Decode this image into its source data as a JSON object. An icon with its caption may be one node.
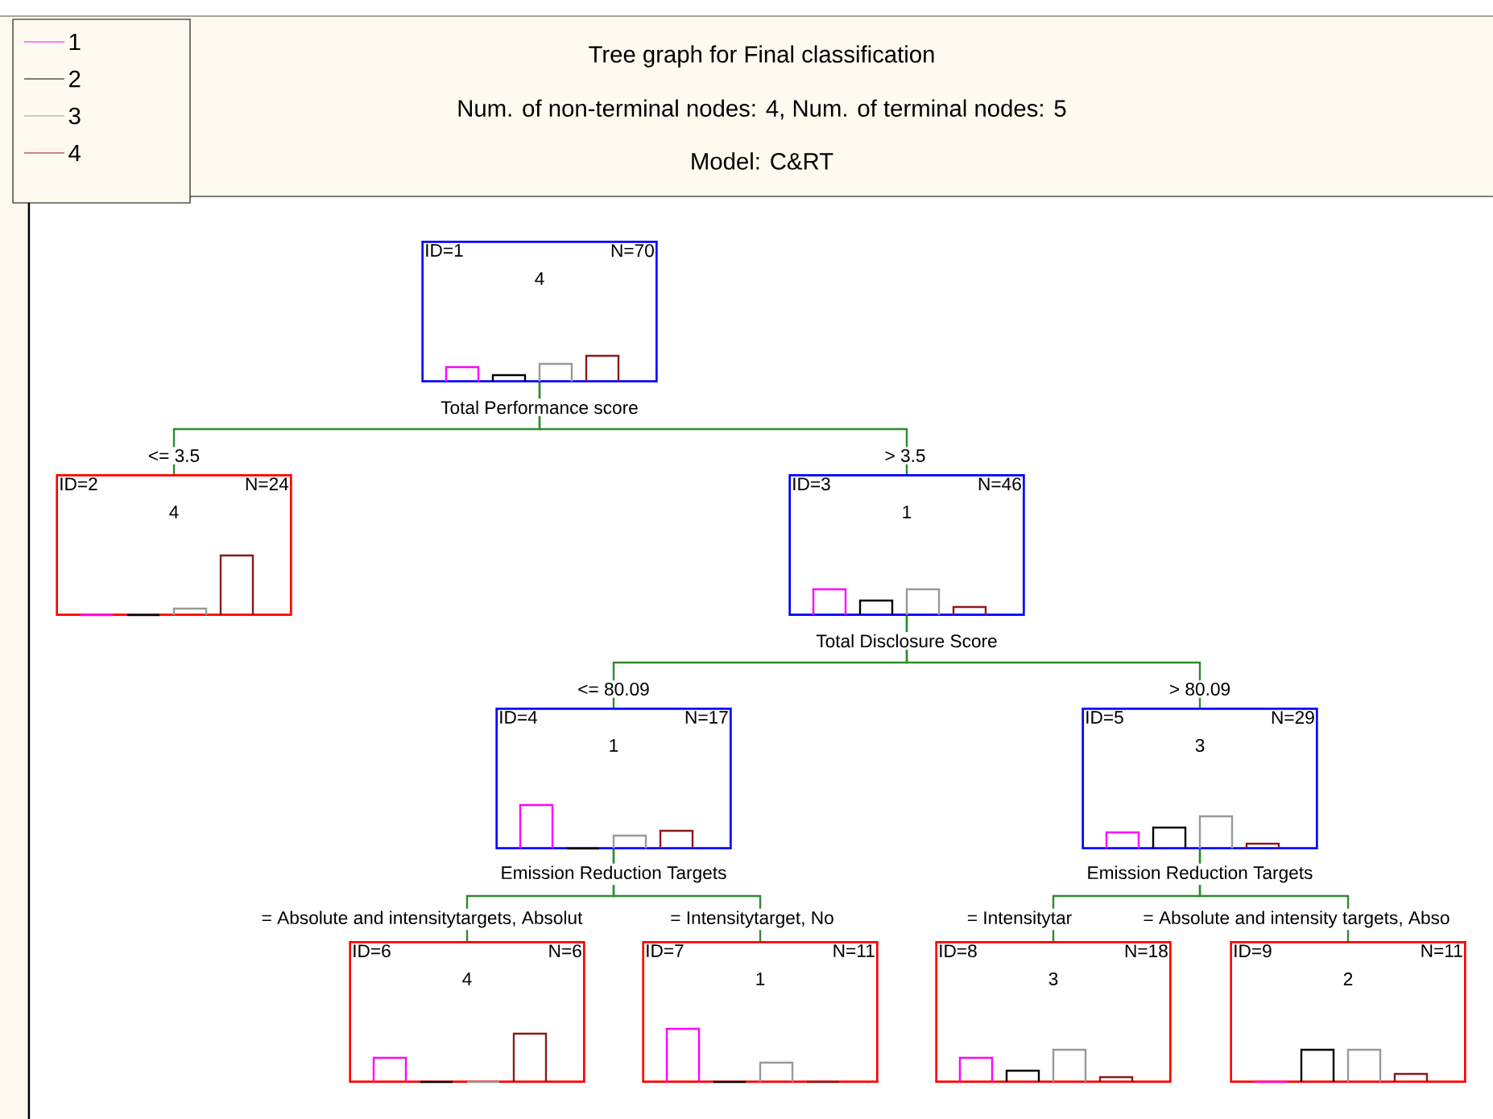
{
  "diagram": {
    "title": "Tree graph for Final classification",
    "nodes": [
      {
        "text": [
          "ID=1",
          "N=70",
          "4"
        ],
        "beside": [
          "Total Performance score"
        ]
      },
      {
        "text": [
          "ID=2",
          "N=24",
          "4"
        ]
      },
      {
        "text": [
          "ID=3",
          "N=46",
          "1"
        ],
        "beside": [
          "Total Disclosure Score"
        ]
      },
      {
        "text": [
          "ID=4",
          "N=17",
          "1"
        ],
        "beside": [
          "Emission Reduction Targets"
        ]
      },
      {
        "text": [
          "ID=5",
          "N=29",
          "3"
        ],
        "beside": [
          "Emission Reduction Targets"
        ]
      },
      {
        "text": [
          "ID=6",
          "N=6",
          "4"
        ]
      },
      {
        "text": [
          "ID=7",
          "N=11",
          "1"
        ]
      },
      {
        "text": [
          "ID=8",
          "N=18",
          "3"
        ]
      },
      {
        "text": [
          "ID=9",
          "N=11",
          "2"
        ]
      }
    ],
    "edges": [
      {
        "from": 0,
        "to": 1,
        "arrow": "none",
        "label": "<= 3.5"
      },
      {
        "from": 0,
        "to": 2,
        "arrow": "none",
        "label": "> 3.5"
      },
      {
        "from": 2,
        "to": 3,
        "arrow": "none",
        "label": "<= 80.09"
      },
      {
        "from": 2,
        "to": 4,
        "arrow": "none",
        "label": "> 80.09"
      },
      {
        "from": 3,
        "to": 5,
        "arrow": "none",
        "label": "= Absolute and intensitytargets, Absolut"
      },
      {
        "from": 3,
        "to": 6,
        "arrow": "none",
        "label": "= Intensitytarget, No"
      },
      {
        "from": 4,
        "to": 7,
        "arrow": "none",
        "label": "= Intensitytar"
      },
      {
        "from": 4,
        "to": 8,
        "arrow": "none",
        "label": "= Absolute and intensity targets, Abso"
      }
    ],
    "labels": [
      "Num. of non-terminal nodes: 4,  Num. of terminal nodes: 5",
      "Model: C&RT"
    ],
    "legend": [
      {
        "text": "1"
      },
      {
        "text": "2"
      },
      {
        "text": "3"
      },
      {
        "text": "4"
      }
    ]
  }
}
